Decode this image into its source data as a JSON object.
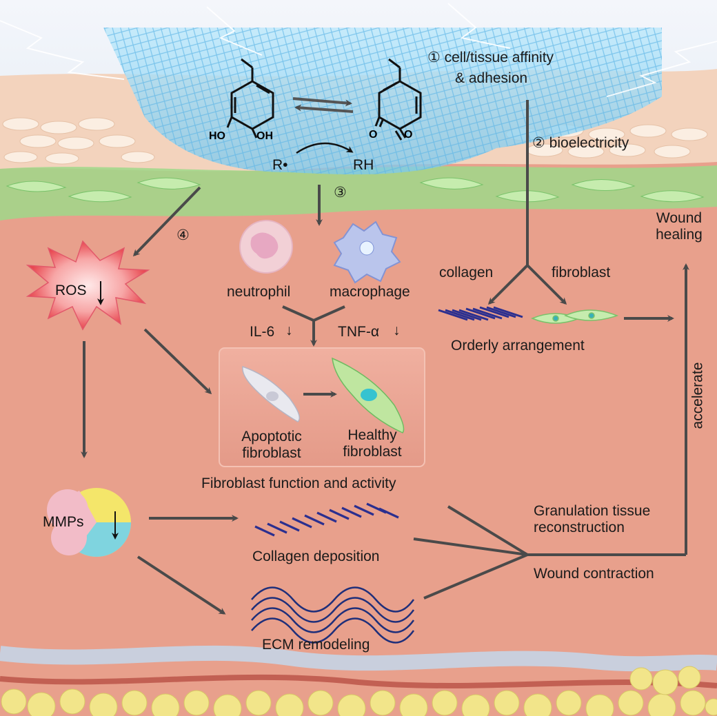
{
  "step1": {
    "num": "①",
    "line1": "cell/tissue affinity",
    "line2": "& adhesion"
  },
  "step2": {
    "num": "②",
    "text": "bioelectricity"
  },
  "step3": {
    "num": "③"
  },
  "step4": {
    "num": "④"
  },
  "chemistry": {
    "hydroxyl_left": "HO",
    "hydroxyl_right": "OH",
    "radical": "R•",
    "quenched": "RH"
  },
  "ros": {
    "label": "ROS"
  },
  "cells": {
    "neutrophil": "neutrophil",
    "macrophage": "macrophage"
  },
  "cytokines": {
    "il6": "IL-6",
    "tnf": "TNF-α"
  },
  "fibroblast_box": {
    "apoptotic_line1": "Apoptotic",
    "apoptotic_line2": "fibroblast",
    "healthy_line1": "Healthy",
    "healthy_line2": "fibroblast",
    "caption": "Fibroblast function and activity"
  },
  "right_branch": {
    "collagen": "collagen",
    "fibroblast": "fibroblast",
    "orderly": "Orderly arrangement"
  },
  "outcome": {
    "wound_line1": "Wound",
    "wound_line2": "healing",
    "accelerate": "accelerate"
  },
  "mmps": {
    "label": "MMPs"
  },
  "bottom": {
    "collagen_deposition": "Collagen deposition",
    "ecm_remodeling": "ECM remodeling",
    "granulation_line1": "Granulation tissue",
    "granulation_line2": "reconstruction",
    "wound_contraction": "Wound contraction"
  },
  "colors": {
    "skin": "#e8a08c",
    "epidermis": "#f3d3bd",
    "hydrogel": "#8fd3f0",
    "arrow": "#4a4a4a",
    "collagen": "#2b2f8f",
    "fibroblast_green": "#a8e08a",
    "ros_red": "#e8474f",
    "fat": "#f2e58a"
  }
}
